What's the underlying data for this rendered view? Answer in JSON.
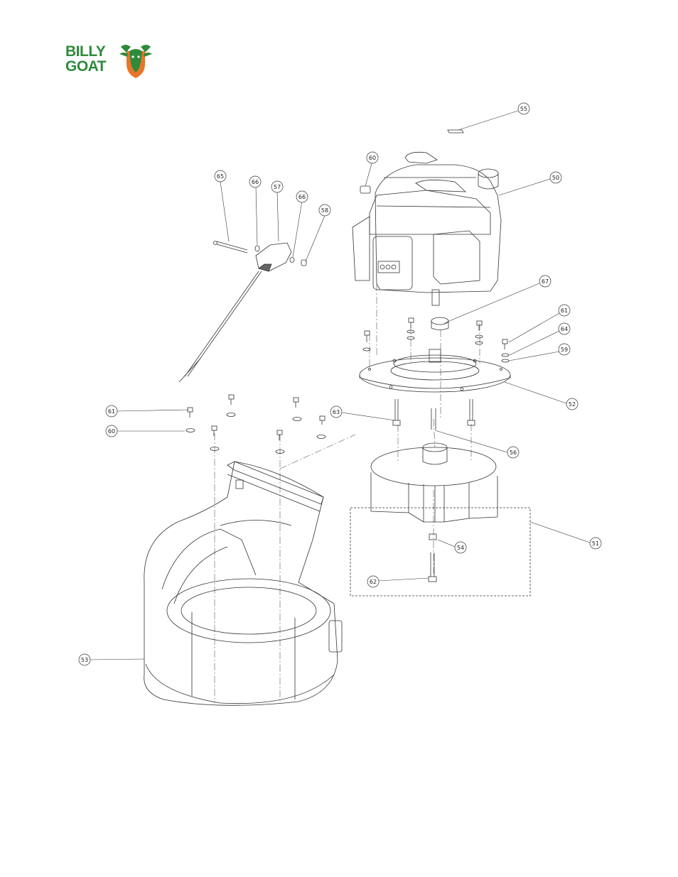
{
  "brand": {
    "line1": "BILLY",
    "line2": "GOAT",
    "color": "#2f8a3b",
    "accent": "#e8752a"
  },
  "callouts": [
    {
      "id": "c55",
      "label": "55"
    },
    {
      "id": "c60a",
      "label": "60"
    },
    {
      "id": "c50",
      "label": "50"
    },
    {
      "id": "c65",
      "label": "65"
    },
    {
      "id": "c66a",
      "label": "66"
    },
    {
      "id": "c57",
      "label": "57"
    },
    {
      "id": "c66b",
      "label": "66"
    },
    {
      "id": "c58",
      "label": "58"
    },
    {
      "id": "c67",
      "label": "67"
    },
    {
      "id": "c61a",
      "label": "61"
    },
    {
      "id": "c64",
      "label": "64"
    },
    {
      "id": "c59",
      "label": "59"
    },
    {
      "id": "c52",
      "label": "52"
    },
    {
      "id": "c61b",
      "label": "61"
    },
    {
      "id": "c60b",
      "label": "60"
    },
    {
      "id": "c63",
      "label": "63"
    },
    {
      "id": "c56",
      "label": "56"
    },
    {
      "id": "c51",
      "label": "51"
    },
    {
      "id": "c54",
      "label": "54"
    },
    {
      "id": "c62",
      "label": "62"
    },
    {
      "id": "c53",
      "label": "53"
    }
  ]
}
